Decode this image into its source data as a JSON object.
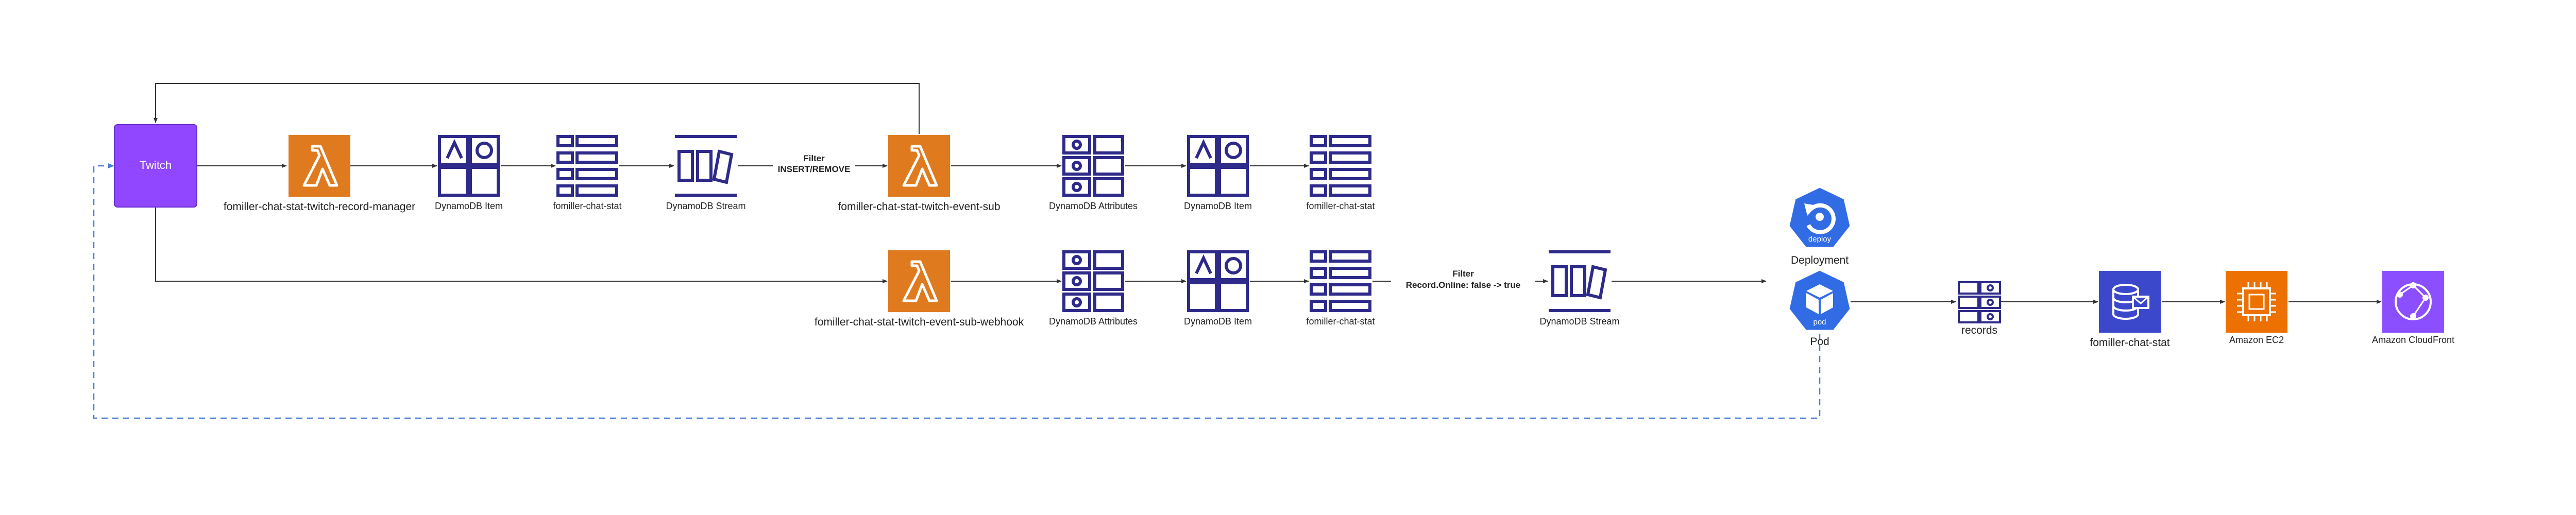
{
  "colors": {
    "twitch": "#9146ff",
    "lambda": "#e07a1f",
    "icon_stroke": "#2e2a8a",
    "k8s": "#326ce5",
    "aurora": "#3b48cc",
    "ec2": "#ed7100",
    "cloudfront": "#8c4fff",
    "edge": "#333333",
    "dashed_edge": "#4a7fd6"
  },
  "nodes": {
    "twitch": {
      "label": "Twitch",
      "icon": "twitch-box"
    },
    "record_manager": {
      "label": "fomiller-chat-stat-twitch-record-manager",
      "icon": "lambda-icon"
    },
    "item1": {
      "label": "DynamoDB Item",
      "icon": "dynamodb-item-icon"
    },
    "table1": {
      "label": "fomiller-chat-stat",
      "icon": "dynamodb-table-icon"
    },
    "stream1": {
      "label": "DynamoDB Stream",
      "icon": "dynamodb-stream-icon"
    },
    "event_sub": {
      "label": "fomiller-chat-stat-twitch-event-sub",
      "icon": "lambda-icon"
    },
    "attrs1": {
      "label": "DynamoDB Attributes",
      "icon": "dynamodb-attributes-icon"
    },
    "item2": {
      "label": "DynamoDB Item",
      "icon": "dynamodb-item-icon"
    },
    "table2": {
      "label": "fomiller-chat-stat",
      "icon": "dynamodb-table-icon"
    },
    "webhook": {
      "label": "fomiller-chat-stat-twitch-event-sub-webhook",
      "icon": "lambda-icon"
    },
    "attrs2": {
      "label": "DynamoDB Attributes",
      "icon": "dynamodb-attributes-icon"
    },
    "item3": {
      "label": "DynamoDB Item",
      "icon": "dynamodb-item-icon"
    },
    "table3": {
      "label": "fomiller-chat-stat",
      "icon": "dynamodb-table-icon"
    },
    "stream2": {
      "label": "DynamoDB Stream",
      "icon": "dynamodb-stream-icon"
    },
    "deployment": {
      "label": "Deployment",
      "badge": "deploy",
      "icon": "k8s-deploy-icon"
    },
    "pod": {
      "label": "Pod",
      "badge": "pod",
      "icon": "k8s-pod-icon"
    },
    "records": {
      "label": "records",
      "icon": "records-icon"
    },
    "aurora": {
      "label": "fomiller-chat-stat",
      "icon": "database-icon"
    },
    "ec2": {
      "label": "Amazon EC2",
      "icon": "ec2-icon"
    },
    "cloudfront": {
      "label": "Amazon CloudFront",
      "icon": "cloudfront-icon"
    }
  },
  "edge_labels": {
    "filter1_title": "Filter",
    "filter1_rule": "INSERT/REMOVE",
    "filter2_title": "Filter",
    "filter2_rule": "Record.Online: false -> true"
  }
}
